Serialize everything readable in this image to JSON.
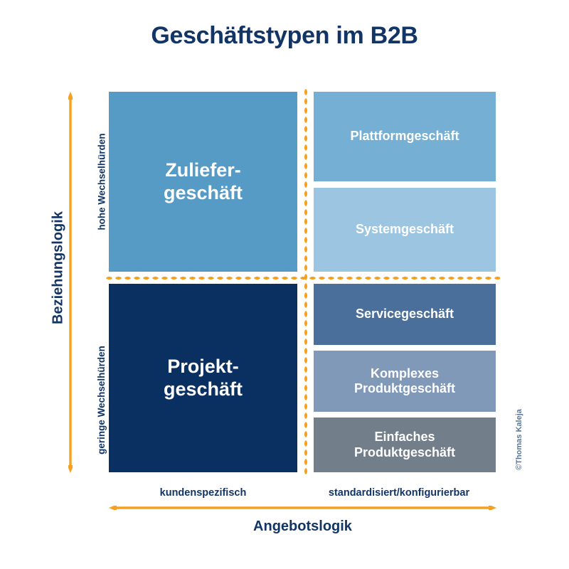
{
  "title": "Geschäftstypen im B2B",
  "colors": {
    "navy_text": "#123566",
    "orange_accent": "#F5A01E",
    "zuliefergeschaeft": "#569BC6",
    "projektgeschaeft": "#0A3062",
    "plattformgeschaeft": "#75B0D4",
    "systemgeschaeft": "#9BC5E0",
    "servicegeschaeft": "#4B6F9B",
    "komplexes_produktgeschaeft": "#8099B8",
    "einfaches_produktgeschaeft": "#727F8A",
    "background": "#FFFFFF",
    "credit_text": "#5A7799"
  },
  "matrix": {
    "quadrants": {
      "top_left": {
        "label_line1": "Zuliefer-",
        "label_line2": "geschäft",
        "color": "#569BC6"
      },
      "bottom_left": {
        "label_line1": "Projekt-",
        "label_line2": "geschäft",
        "color": "#0A3062"
      },
      "top_right_items": [
        {
          "label": "Plattformgeschäft",
          "color": "#75B0D4"
        },
        {
          "label": "Systemgeschäft",
          "color": "#9BC5E0"
        }
      ],
      "bottom_right_items": [
        {
          "label": "Servicegeschäft",
          "color": "#4B6F9B"
        },
        {
          "label_line1": "Komplexes",
          "label_line2": "Produktgeschäft",
          "color": "#8099B8"
        },
        {
          "label_line1": "Einfaches",
          "label_line2": "Produktgeschäft",
          "color": "#727F8A"
        }
      ]
    }
  },
  "axes": {
    "y": {
      "title": "Beziehungslogik",
      "high_label": "hohe Wechselhürden",
      "low_label": "geringe Wechselhürden",
      "direction": "up"
    },
    "x": {
      "title": "Angebotslogik",
      "left_label": "kundenspezifisch",
      "right_label": "standardisiert/konfigurierbar",
      "direction": "both"
    }
  },
  "credit": "©Thomas Kaleja"
}
